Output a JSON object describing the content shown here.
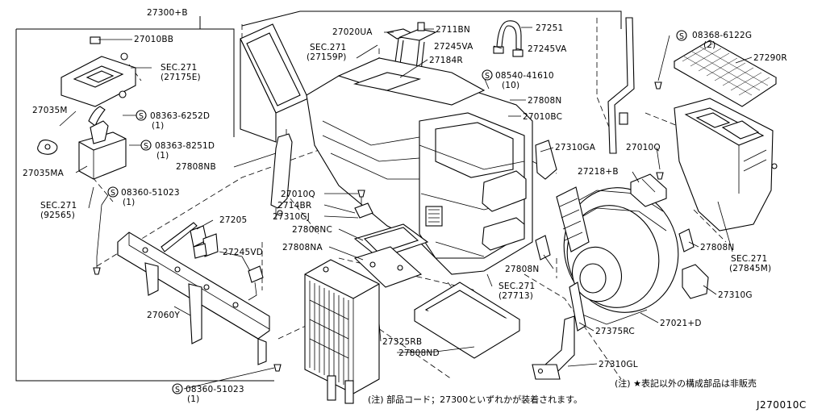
{
  "labels": {
    "l_27300b": "27300+B",
    "l_27010bb": "27010BB",
    "l_sec271_27175e_a": "SEC.271",
    "l_sec271_27175e_b": "(27175E)",
    "l_27035m": "27035M",
    "l_27035ma": "27035MA",
    "l_08363_6252d": "08363-6252D",
    "l_08363_6252d_q": "(1)",
    "l_08363_8251d": "08363-8251D",
    "l_08363_8251d_q": "(1)",
    "l_sec271_92565_a": "SEC.271",
    "l_sec271_92565_b": "(92565)",
    "l_08360_51023_a": "08360-51023",
    "l_08360_51023_a_q": "(1)",
    "l_27205": "27205",
    "l_27245vd": "27245VD",
    "l_27060y": "27060Y",
    "l_08360_51023_b": "08360-51023",
    "l_08360_51023_b_q": "(1)",
    "l_27020ua": "27020UA",
    "l_2711bn": "2711BN",
    "l_27251": "27251",
    "l_sec271_27159p_a": "SEC.271",
    "l_sec271_27159p_b": "(27159P)",
    "l_27245va_1": "27245VA",
    "l_27245va_2": "27245VA",
    "l_27184r": "27184R",
    "l_08540_41610": "08540-41610",
    "l_08540_41610_q": "(10)",
    "l_27808n_a": "27808N",
    "l_27010bc": "27010BC",
    "l_27808nb": "27808NB",
    "l_27310ga": "27310GA",
    "l_27010q_a": "27010Q",
    "l_27010q_b": "27010Q",
    "l_2714br": "2714BR",
    "l_27310gj": "27310GJ",
    "l_27808nc": "27808NC",
    "l_27808na": "27808NA",
    "l_27218b": "27218+B",
    "l_08368_6122g": "08368-6122G",
    "l_08368_6122g_q": "(2)",
    "l_27290r": "27290R",
    "l_27808n_b": "27808N",
    "l_27808n_c": "27808N",
    "l_sec271_27845m_a": "SEC.271",
    "l_sec271_27845m_b": "(27845M)",
    "l_sec271_27713_a": "SEC.271",
    "l_sec271_27713_b": "(27713)",
    "l_27310g": "27310G",
    "l_27021d": "27021+D",
    "l_27375rc": "27375RC",
    "l_27325rb": "27325RB",
    "l_27808nd": "27808ND",
    "l_27310gl": "27310GL"
  },
  "footnotes": {
    "note_1": "(注) ★表記以外の構成部品は非販売",
    "note_2": "(注) 部品コード；27300といずれかが装着されます。"
  },
  "diagram_code": "J270010C",
  "symbols": {
    "screw_badge": "S"
  }
}
